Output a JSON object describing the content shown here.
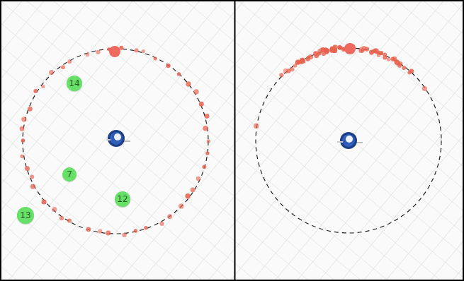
{
  "diagram": {
    "nodes": [
      {
        "text": [
          "14"
        ]
      },
      {
        "text": [
          "7"
        ]
      },
      {
        "text": [
          "12"
        ]
      },
      {
        "text": [
          "13"
        ]
      }
    ]
  }
}
